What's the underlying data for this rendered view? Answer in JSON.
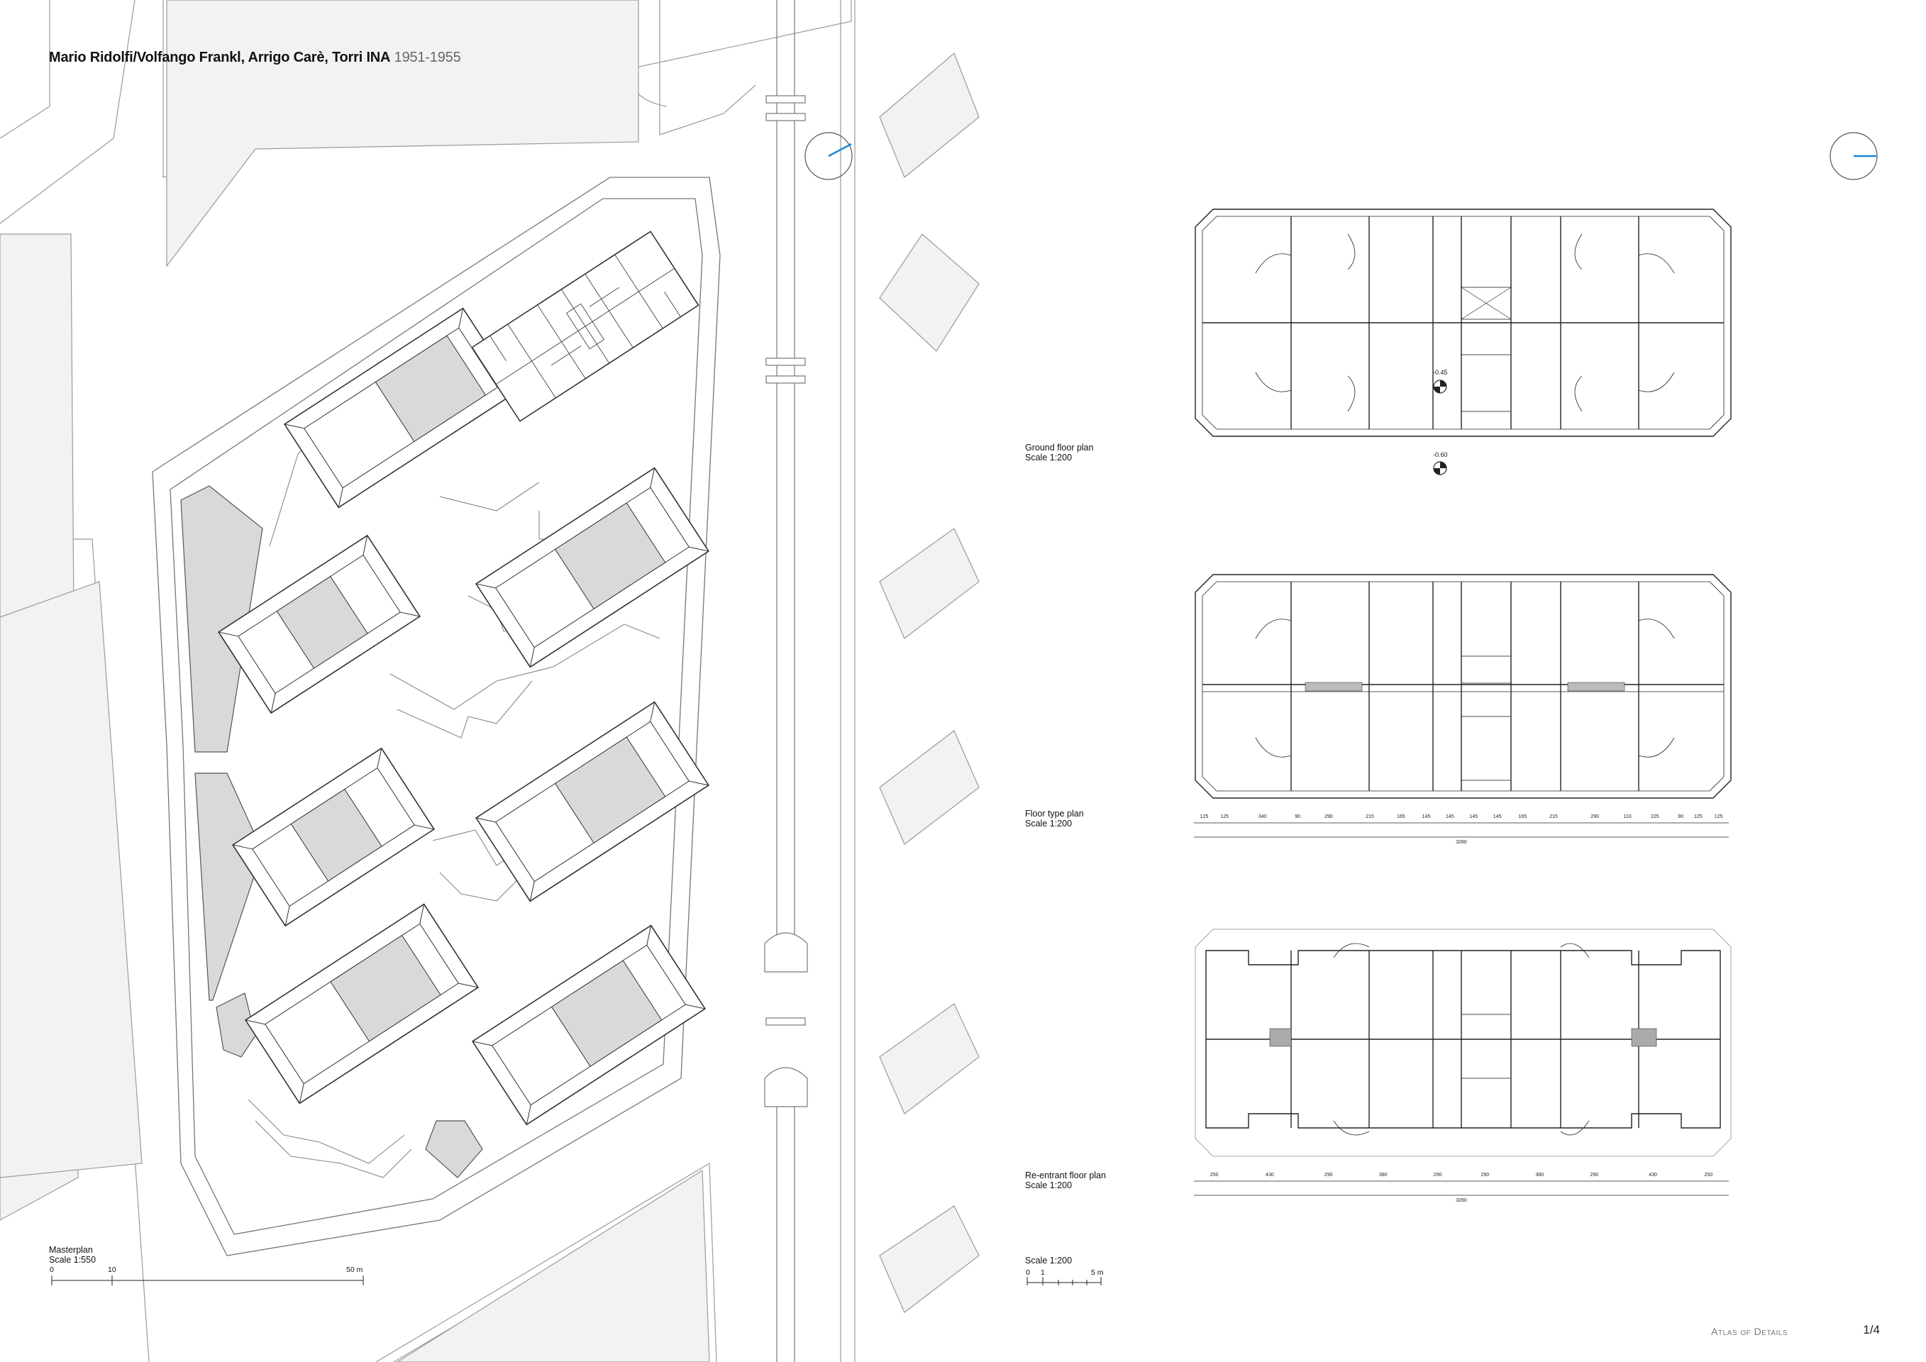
{
  "header": {
    "authors": "Mario Ridolfi/Volfango Frankl, Arrigo Carè, Torri INA",
    "years": "1951-1955"
  },
  "masterplan": {
    "label": "Masterplan",
    "scale": "Scale 1:550",
    "scalebar": {
      "t0": "0",
      "t1": "10",
      "t2": "50 m"
    }
  },
  "plans": [
    {
      "label": "Ground floor plan",
      "scale": "Scale 1:200",
      "levels": [
        "-0.45",
        "-0.60"
      ]
    },
    {
      "label": "Floor type plan",
      "scale": "Scale 1:200",
      "dims": [
        "125",
        "125",
        "340",
        "90",
        "290",
        "215",
        "165",
        "145",
        "145",
        "145",
        "145",
        "165",
        "215",
        "290",
        "110",
        "225",
        "90",
        "125",
        "125"
      ],
      "total": "3280"
    },
    {
      "label": "Re-entrant floor plan",
      "scale": "Scale 1:200",
      "dims": [
        "250",
        "430",
        "290",
        "380",
        "290",
        "290",
        "380",
        "290",
        "430",
        "250"
      ],
      "total": "3280"
    }
  ],
  "scalebar_1_200": {
    "label": "Scale 1:200",
    "t0": "0",
    "t1": "1",
    "t2": "5 m"
  },
  "footer": {
    "brand": "Atlas of Details",
    "page": "1/4"
  },
  "colors": {
    "line": "#333333",
    "thin": "#9a9a9a",
    "shade": "#d9d9d9",
    "accent": "#1e88d6"
  }
}
